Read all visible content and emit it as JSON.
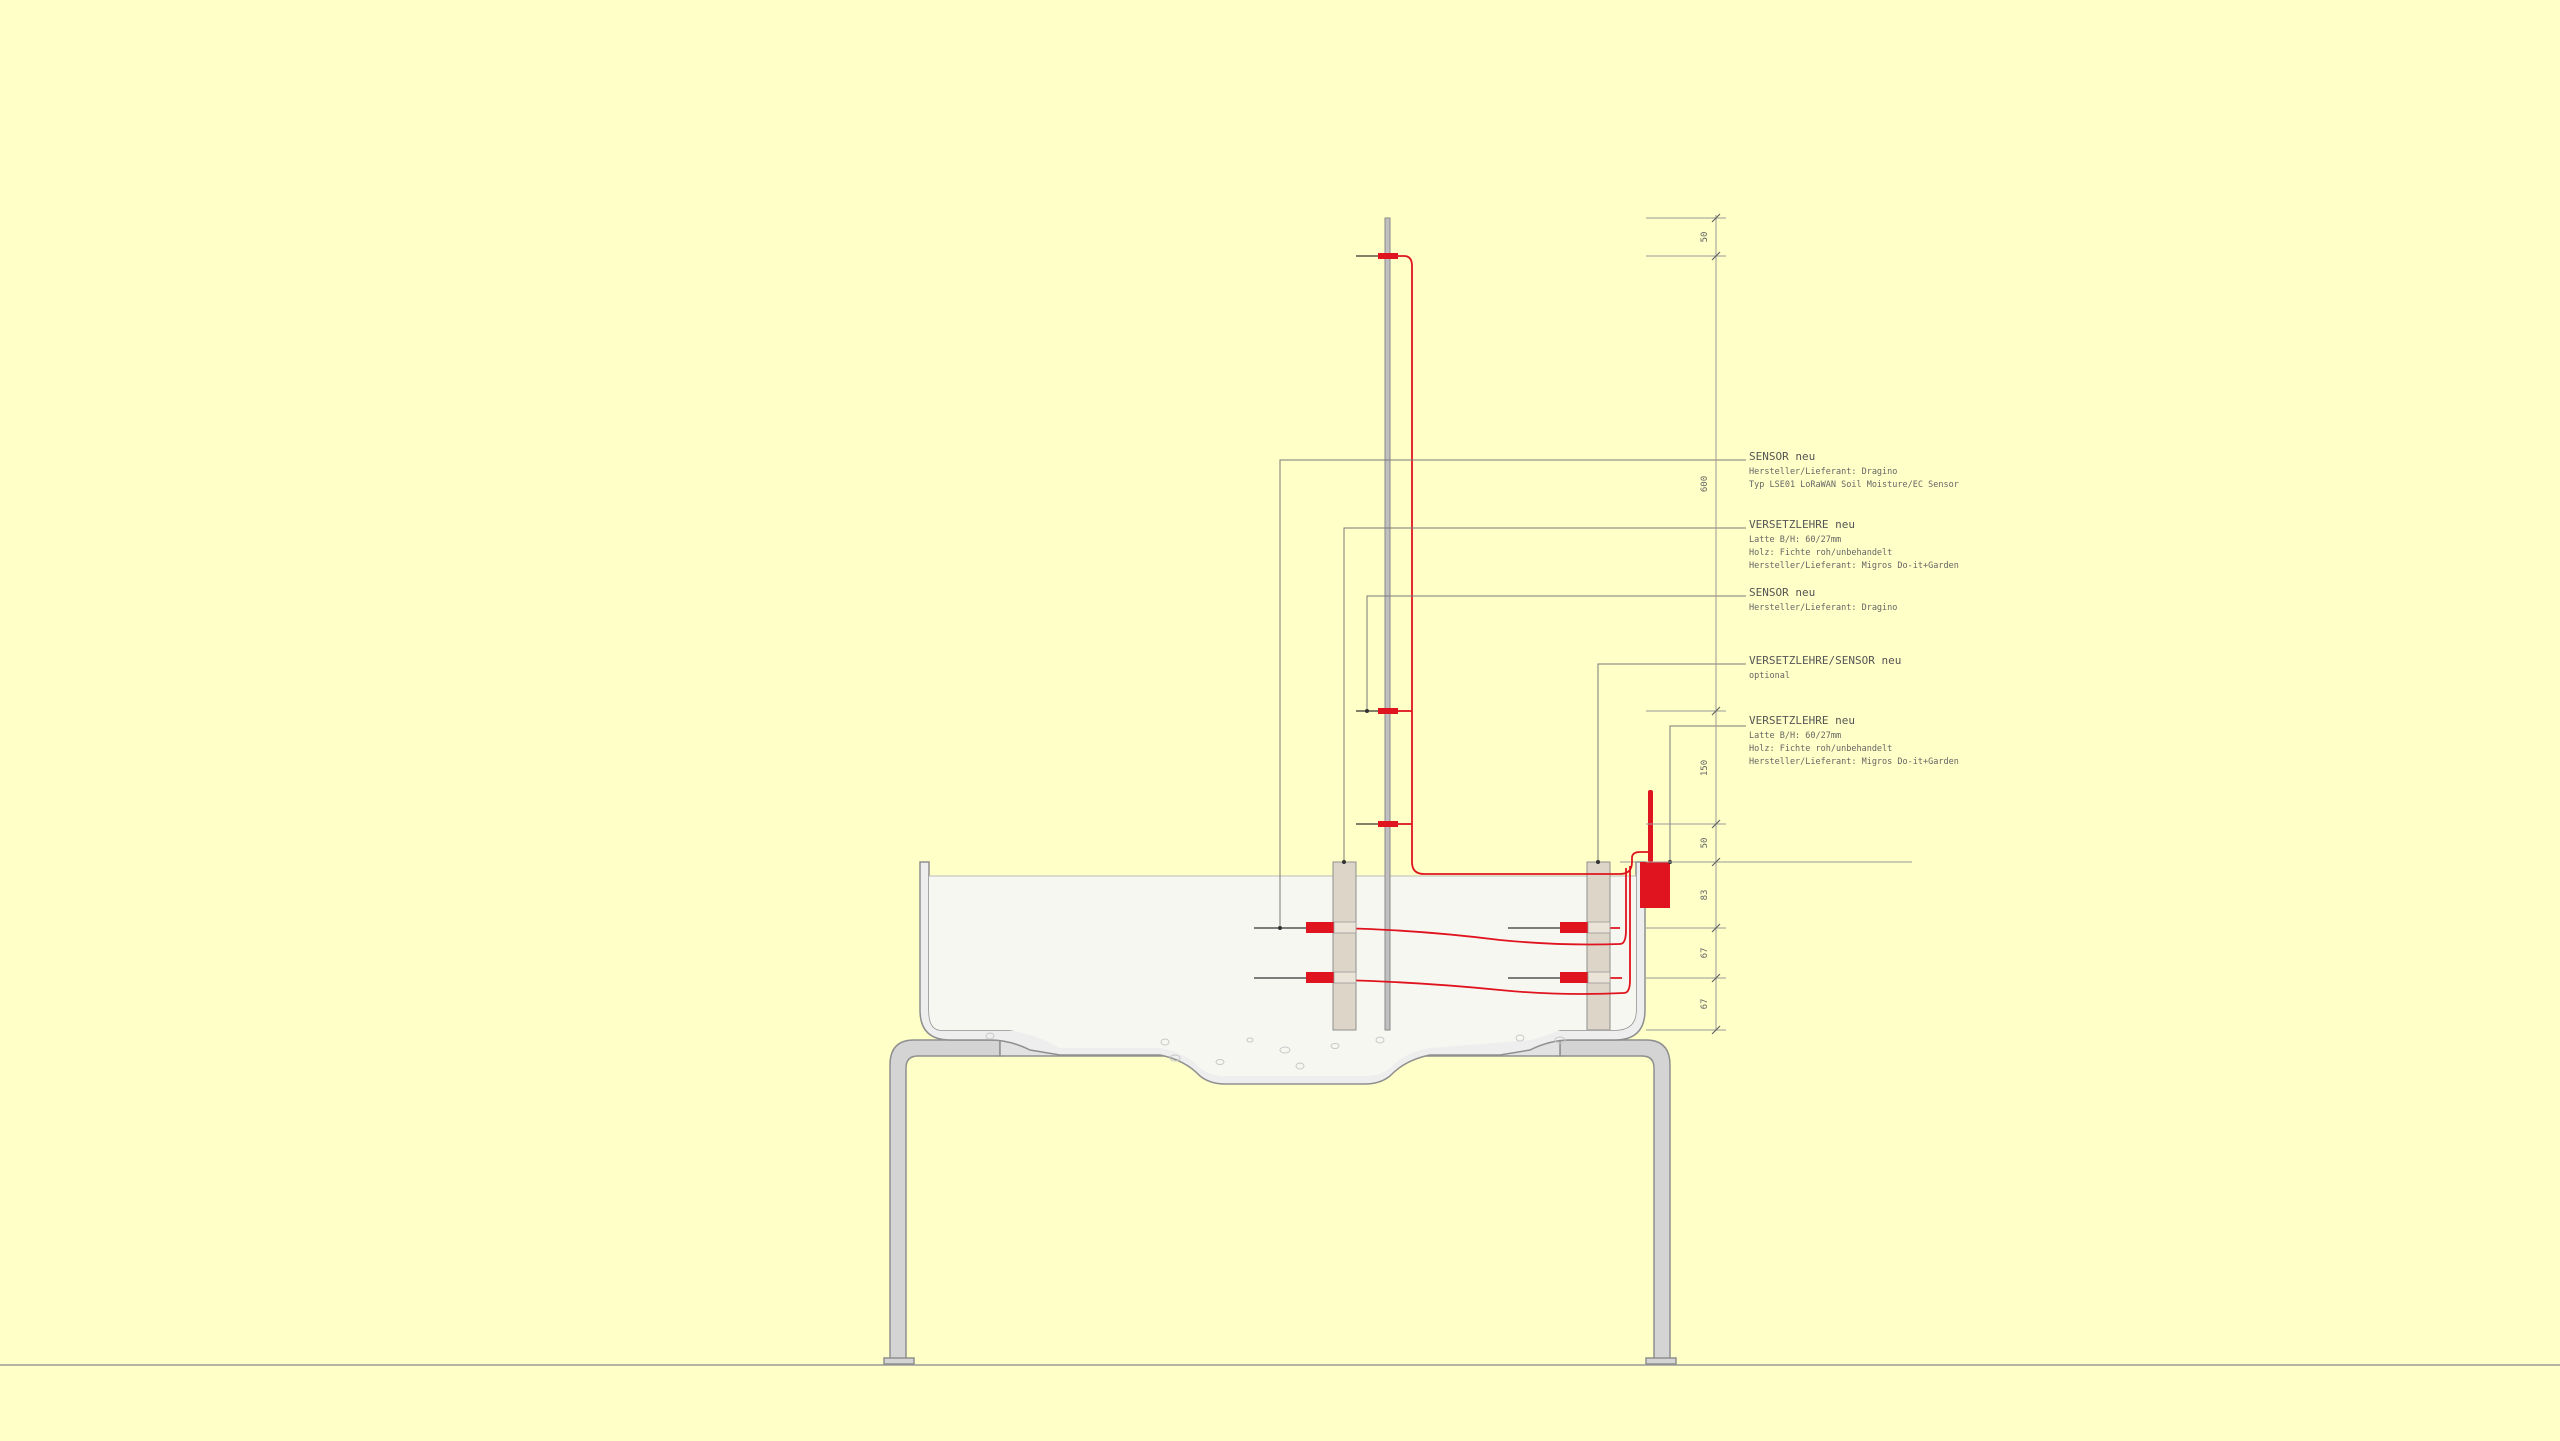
{
  "colors": {
    "background": "#ffffc8",
    "cable": "#e0141e",
    "soil": "#f7f7f2",
    "lath": "#ddd6c8",
    "frame": "#8f8f8f",
    "leader": "#7a7a7a"
  },
  "annotations": [
    {
      "title": "SENSOR neu",
      "lines": [
        "Hersteller/Lieferant: Dragino",
        "Typ LSE01 LoRaWAN Soil Moisture/EC Sensor"
      ]
    },
    {
      "title": "VERSETZLEHRE neu",
      "lines": [
        "Latte B/H: 60/27mm",
        "Holz: Fichte roh/unbehandelt",
        "Hersteller/Lieferant: Migros Do-it+Garden"
      ]
    },
    {
      "title": "SENSOR neu",
      "lines": [
        "Hersteller/Lieferant: Dragino"
      ]
    },
    {
      "title": "VERSETZLEHRE/SENSOR neu",
      "lines": [
        "optional"
      ]
    },
    {
      "title": "VERSETZLEHRE neu",
      "lines": [
        "Latte B/H: 60/27mm",
        "Holz: Fichte roh/unbehandelt",
        "Hersteller/Lieferant: Migros Do-it+Garden"
      ]
    }
  ],
  "dimensions": [
    "50",
    "600",
    "150",
    "50",
    "83",
    "67",
    "67"
  ]
}
